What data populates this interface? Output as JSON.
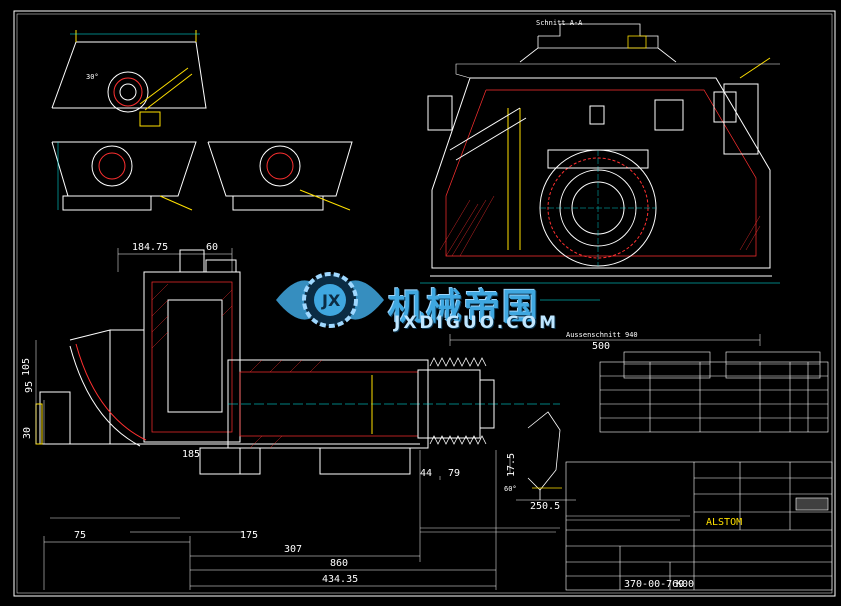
{
  "watermark": {
    "chinese": "机械帝国",
    "url": "JXDIGUO.COM"
  },
  "sections": {
    "schnitt": "Schnitt A-A",
    "aussenschnitt": "Aussenschnitt 940"
  },
  "dimensions": {
    "d_184_75": "184.75",
    "d_60": "60",
    "d_500": "500",
    "d_75": "75",
    "d_175": "175",
    "d_307": "307",
    "d_860": "860",
    "d_434_35": "434.35",
    "d_185": "185",
    "d_44": "44",
    "d_79": "79",
    "d_17_5": "17.5",
    "d_250_5": "250.5",
    "d_30": "30",
    "d_95": "95",
    "d_105": "105",
    "d_30_deg": "30°",
    "d_60_deg": "60°"
  },
  "title_block": {
    "company": "ALSTOM",
    "drawing_no": "370-00-769",
    "revision": "K00"
  },
  "colors": {
    "background": "#000000",
    "line": "#ffffff",
    "accent_red": "#ff3030",
    "accent_yellow": "#ffe000",
    "accent_cyan": "#00ffff",
    "watermark_blue": "#3fa7e0"
  }
}
